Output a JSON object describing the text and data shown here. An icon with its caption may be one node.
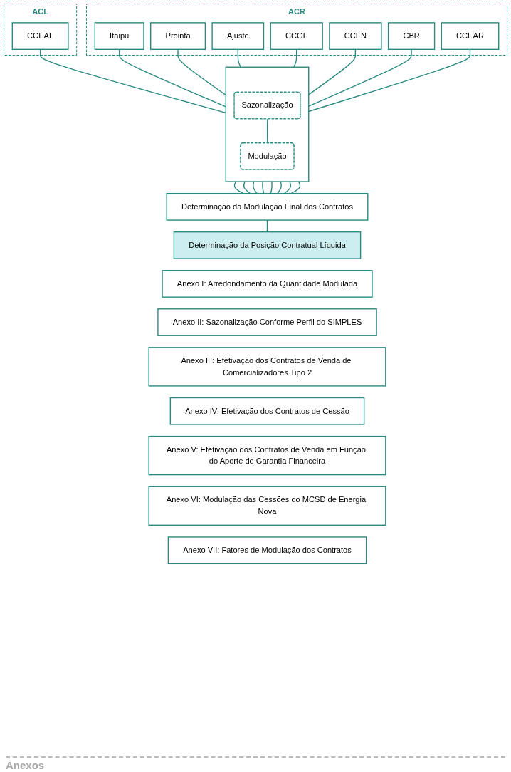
{
  "diagram": {
    "nodes": [
      {
        "text": [
          "ACL"
        ]
      },
      {
        "text": [
          "CCEAL"
        ],
        "in": 0
      },
      {
        "text": [
          "ACR"
        ]
      },
      {
        "text": [
          "Itaipu"
        ],
        "in": 2
      },
      {
        "text": [
          "Proinfa"
        ],
        "in": 2
      },
      {
        "text": [
          "Ajuste"
        ],
        "in": 2
      },
      {
        "text": [
          "CCGF"
        ],
        "in": 2
      },
      {
        "text": [
          "CCEN"
        ],
        "in": 2
      },
      {
        "text": [
          "CBR"
        ],
        "in": 2
      },
      {
        "text": [
          "CCEAR"
        ],
        "in": 2
      },
      {
        "text": [],
        "shape": "box"
      },
      {
        "text": [
          "Sazonalização"
        ],
        "in": 10
      },
      {
        "text": [
          "Modulação"
        ],
        "in": 10
      },
      {
        "text": [
          "Determinação da Modulação Final dos Contratos"
        ]
      },
      {
        "text": [
          "Determinação da Posição Contratual Líquida"
        ]
      },
      {
        "text": [
          "Anexo I: Arredondamento da Quantidade Modulada"
        ]
      },
      {
        "text": [
          "Anexo II: Sazonalização Conforme Perfil do SIMPLES"
        ]
      },
      {
        "text": [
          "Anexo III: Efetivação dos Contratos de Venda de Comercializadores Tipo 2"
        ]
      },
      {
        "text": [
          "Anexo IV: Efetivação dos Contratos de Cessão"
        ]
      },
      {
        "text": [
          "Anexo V: Efetivação dos Contratos de Venda em Função do Aporte de Garantia Financeira"
        ]
      },
      {
        "text": [
          "Anexo VI: Modulação das Cessões do MCSD de Energia Nova"
        ]
      },
      {
        "text": [
          "Anexo VII: Fatores de Modulação dos Contratos"
        ]
      }
    ],
    "edges": [
      {
        "from": 1,
        "to": 10,
        "arrow": "none"
      },
      {
        "from": 3,
        "to": 10,
        "arrow": "none"
      },
      {
        "from": 4,
        "to": 10,
        "arrow": "none"
      },
      {
        "from": 5,
        "to": 10,
        "arrow": "none"
      },
      {
        "from": 6,
        "to": 10,
        "arrow": "none"
      },
      {
        "from": 7,
        "to": 10,
        "arrow": "none"
      },
      {
        "from": 8,
        "to": 10,
        "arrow": "none"
      },
      {
        "from": 9,
        "to": 10,
        "arrow": "none"
      },
      {
        "from": 11,
        "to": 12,
        "arrow": "none"
      },
      {
        "from": 10,
        "to": 13,
        "arrow": "none"
      },
      {
        "from": 10,
        "to": 13,
        "arrow": "none"
      },
      {
        "from": 10,
        "to": 13,
        "arrow": "none"
      },
      {
        "from": 10,
        "to": 13,
        "arrow": "none"
      },
      {
        "from": 10,
        "to": 13,
        "arrow": "none"
      },
      {
        "from": 10,
        "to": 13,
        "arrow": "none"
      },
      {
        "from": 10,
        "to": 13,
        "arrow": "none"
      },
      {
        "from": 10,
        "to": 13,
        "arrow": "none"
      },
      {
        "from": 13,
        "to": 14,
        "arrow": "none"
      }
    ],
    "labels": [
      "Anexos"
    ]
  }
}
